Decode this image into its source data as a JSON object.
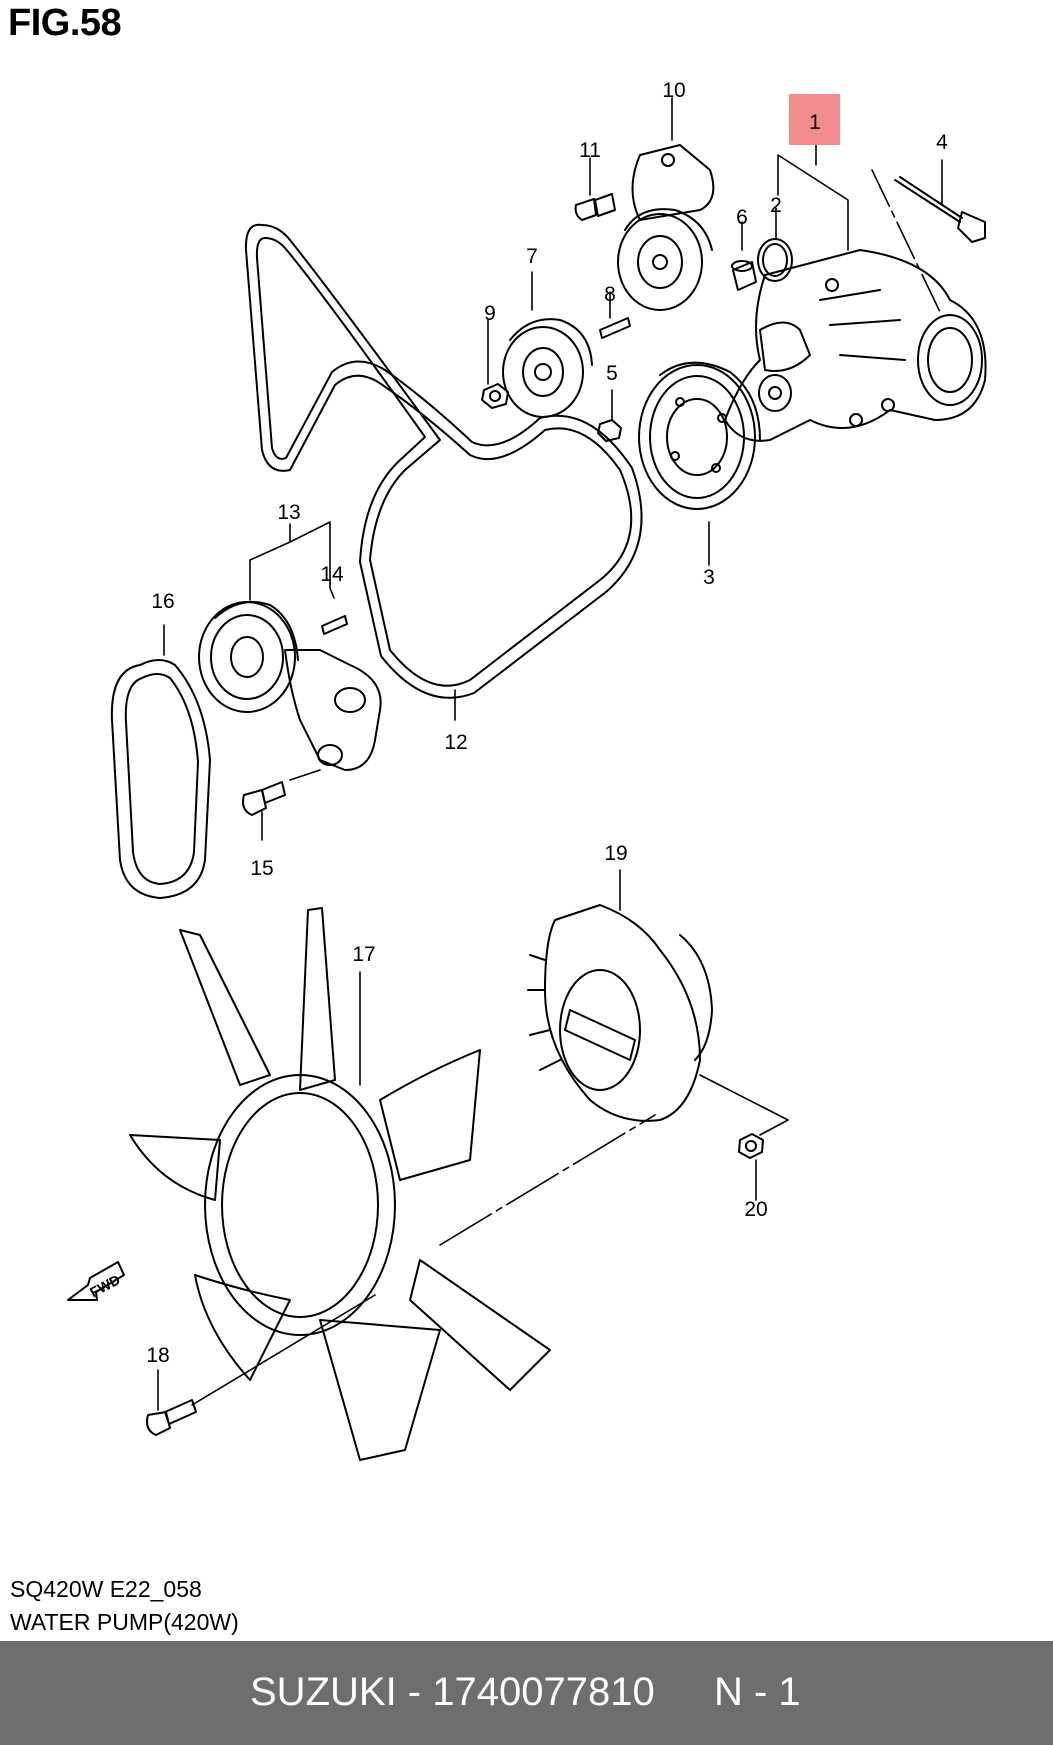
{
  "figure": {
    "title": "FIG.58",
    "code": "SQ420W E22_058",
    "name": "WATER PUMP(420W)"
  },
  "footer": {
    "part_label": "SUZUKI - 1740077810",
    "page_label": "N - 1"
  },
  "highlight_color": "#f28b8b",
  "footer_color": "#6e6e6e",
  "arrow_label": "FWD",
  "callouts": {
    "c1": "1",
    "c2": "2",
    "c3": "3",
    "c4": "4",
    "c5": "5",
    "c6": "6",
    "c7": "7",
    "c8": "8",
    "c9": "9",
    "c10": "10",
    "c11": "11",
    "c12": "12",
    "c13": "13",
    "c14": "14",
    "c15": "15",
    "c16": "16",
    "c17": "17",
    "c18": "18",
    "c19": "19",
    "c20": "20"
  }
}
